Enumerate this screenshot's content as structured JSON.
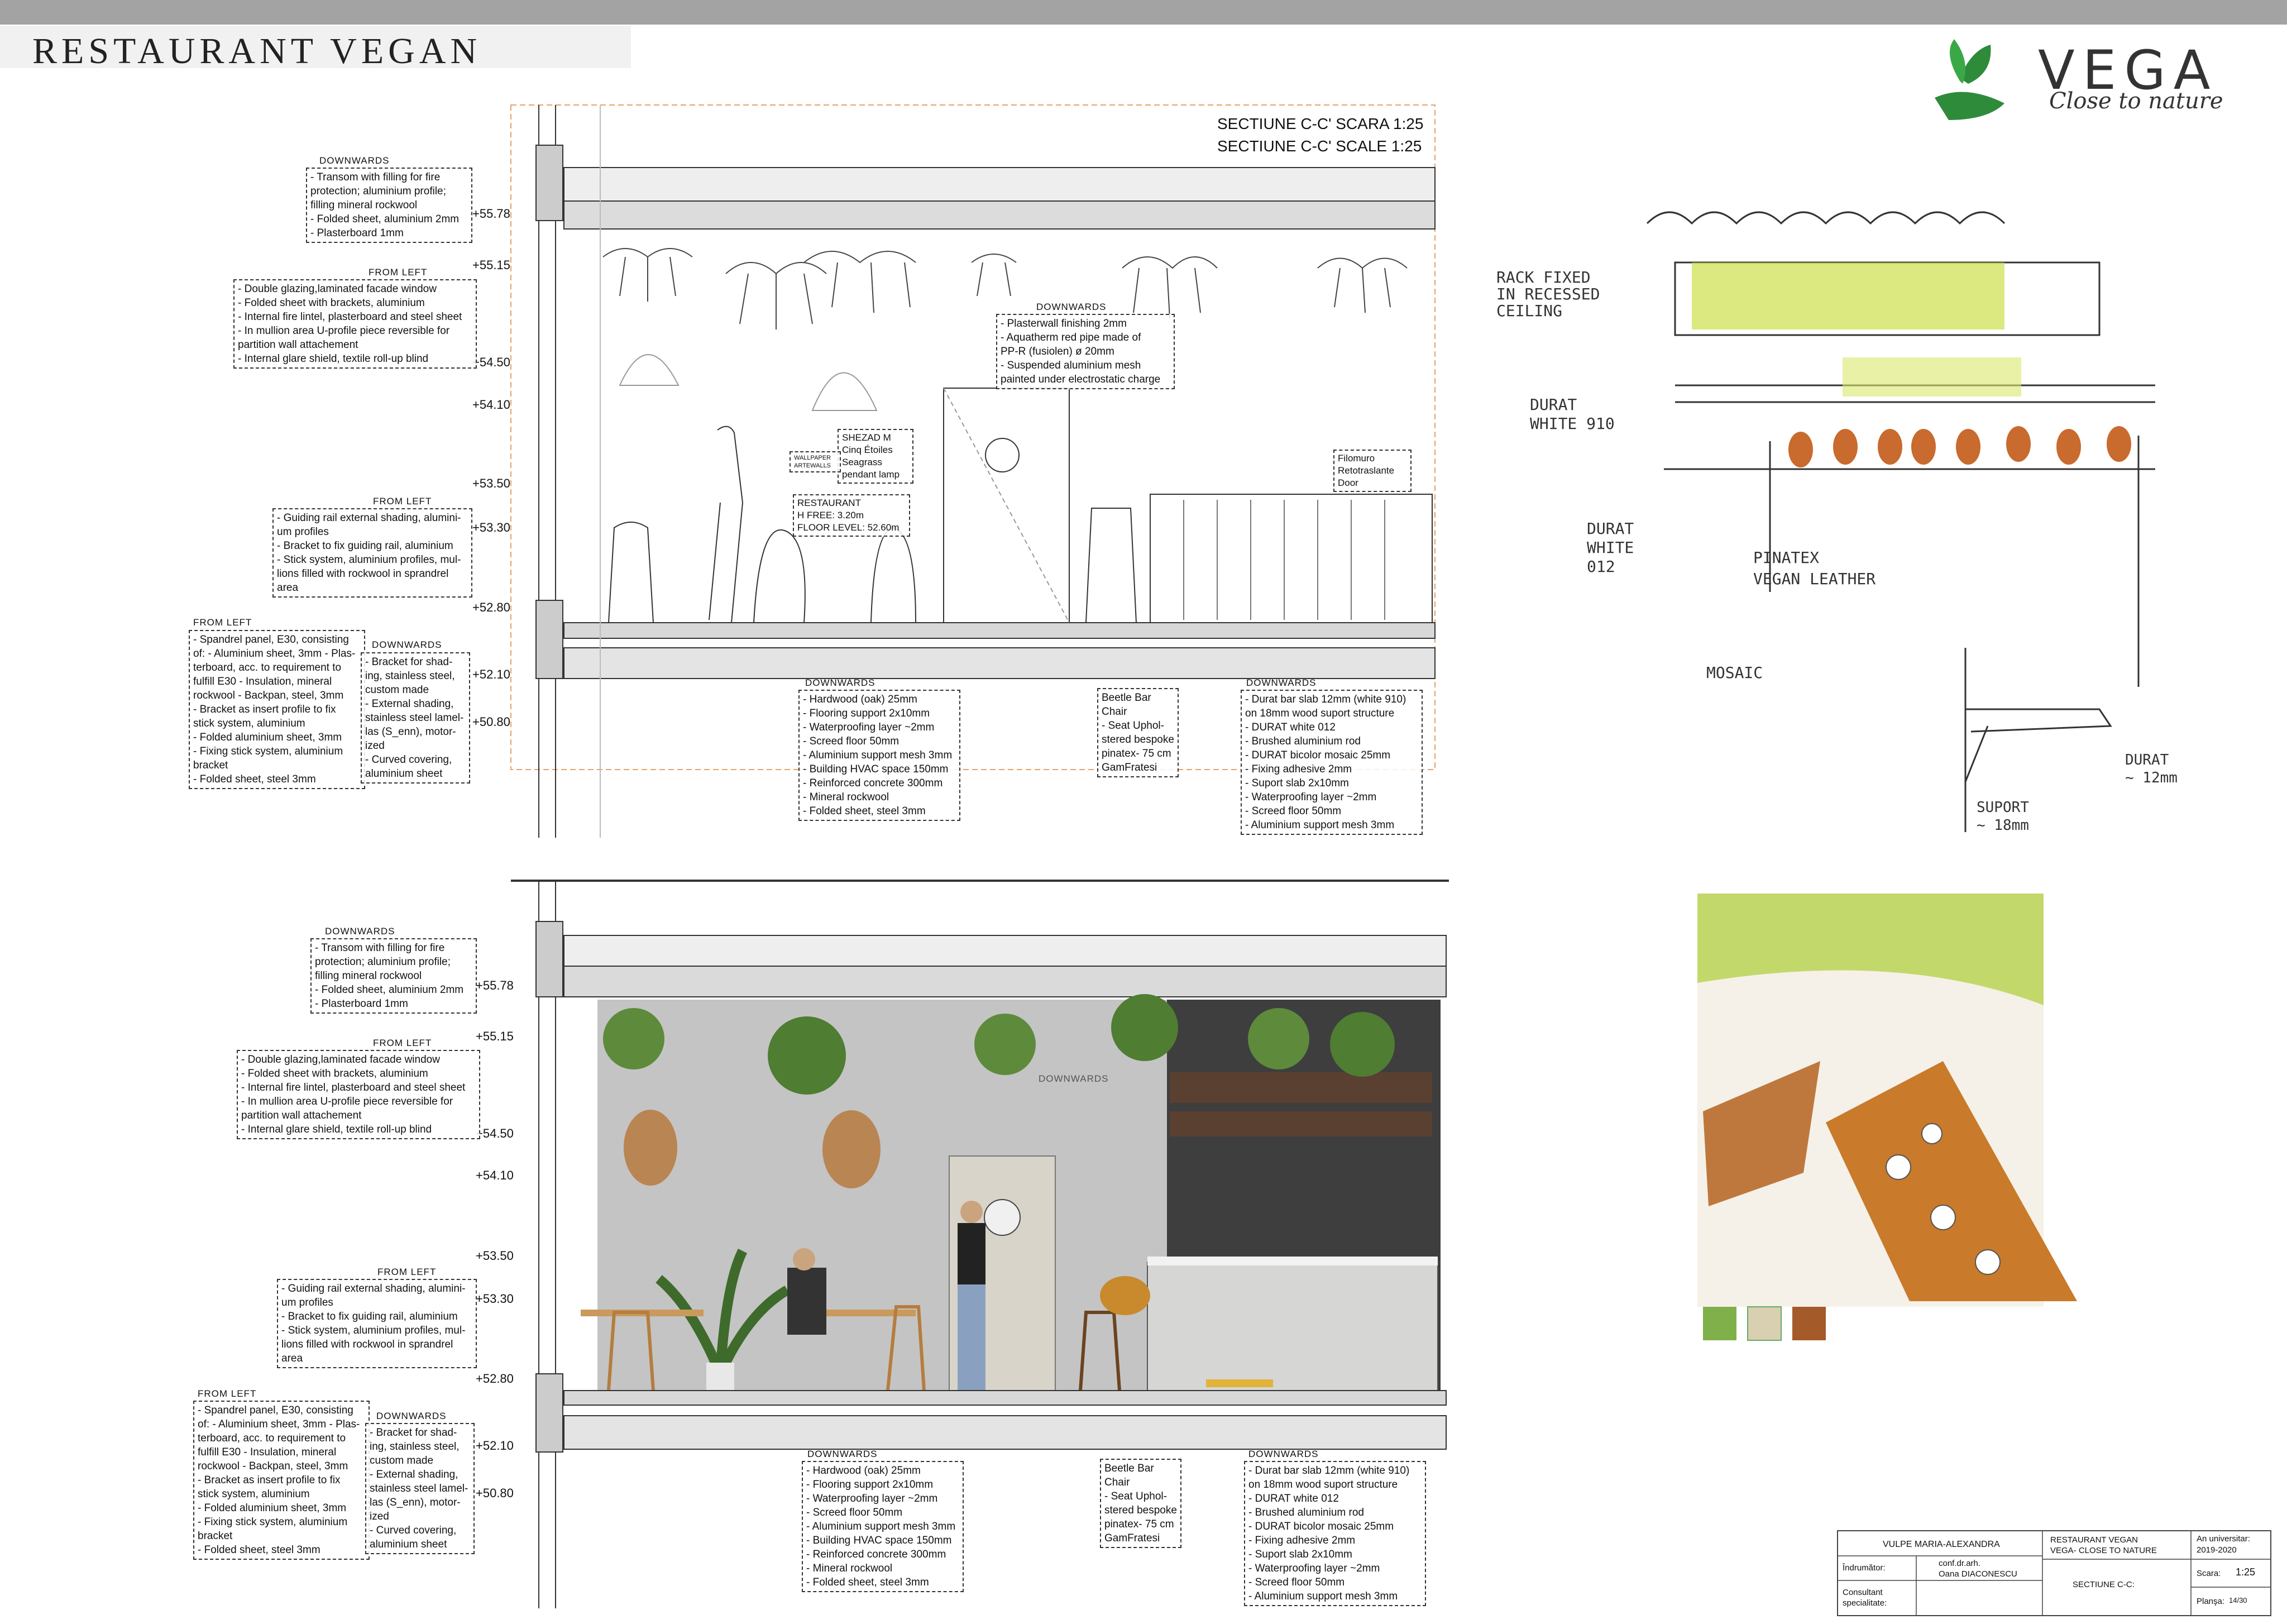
{
  "header": {
    "title": "RESTAURANT  VEGAN"
  },
  "logo": {
    "brand": "VEGA",
    "tagline": "Close to nature",
    "accent": "#2e8b3a"
  },
  "section_top": {
    "scale_lines": [
      "SECTIUNE C-C' SCARA 1:25",
      "SECTIUNE C-C' SCALE 1:25"
    ]
  },
  "elevations": [
    "+55.78",
    "+55.15",
    "+54.50",
    "+54.10",
    "+53.50",
    "+53.30",
    "+52.80",
    "+52.10",
    "+50.80"
  ],
  "notes": {
    "transom": {
      "caption": "DOWNWARDS",
      "text": "- Transom with filling for fire\nprotection; aluminium profile;\nfilling mineral rockwool\n- Folded sheet, aluminium 2mm\n- Plasterboard 1mm"
    },
    "glazing": {
      "caption": "FROM LEFT",
      "text": "- Double glazing,laminated facade window\n- Folded sheet with brackets, aluminium\n- Internal fire lintel, plasterboard and steel sheet\n- In mullion area U-profile piece reversible for\npartition wall attachement\n- Internal glare shield, textile roll-up blind"
    },
    "guiding": {
      "caption": "FROM LEFT",
      "text": "- Guiding rail external shading, alumini-\num profiles\n- Bracket to fix guiding rail, aluminium\n- Stick system, aluminium profiles, mul-\nlions filled with rockwool in sprandrel\narea"
    },
    "spandrel": {
      "caption": "FROM LEFT",
      "text": "- Spandrel panel, E30, consisting\nof: - Aluminium sheet, 3mm - Plas-\nterboard, acc. to requirement to\nfulfill E30 - Insulation, mineral\nrockwool - Backpan, steel, 3mm\n- Bracket as insert profile to fix\nstick system, aluminium\n- Folded aluminium sheet, 3mm\n- Fixing stick system, aluminium\nbracket\n- Folded sheet, steel 3mm"
    },
    "bracket": {
      "caption": "DOWNWARDS",
      "text": "- Bracket for shad-\ning, stainless steel,\ncustom made\n- External shading,\nstainless steel lamel-\nlas (S_enn), motor-\nized\n- Curved covering,\naluminium sheet"
    },
    "floor": {
      "caption": "DOWNWARDS",
      "text": "- Hardwood (oak) 25mm\n- Flooring support 2x10mm\n- Waterproofing layer ~2mm\n- Screed floor 50mm\n- Aluminium support mesh 3mm\n- Building HVAC space 150mm\n- Reinforced concrete 300mm\n- Mineral rockwool\n- Folded sheet, steel 3mm"
    },
    "chair": {
      "caption": "",
      "text": "Beetle Bar Chair\n- Seat Uphol-\nstered bespoke\npinatex- 75 cm\nGamFratesi"
    },
    "bar": {
      "caption": "DOWNWARDS",
      "text": "- Durat bar slab 12mm (white 910)\non 18mm wood suport structure\n- DURAT white 012\n- Brushed aluminium rod\n- DURAT bicolor mosaic 25mm\n- Fixing adhesive 2mm\n- Suport slab 2x10mm\n- Waterproofing layer ~2mm\n- Screed floor 50mm\n- Aluminium support mesh 3mm"
    },
    "ceiling": {
      "caption": "DOWNWARDS",
      "text": "- Plasterwall finishing 2mm\n- Aquatherm red pipe made of\nPP-R (fusiolen) ø 20mm\n- Suspended aluminium mesh\npainted under electrostatic charge"
    },
    "lamp": {
      "text": "SHEZAD M\nCinq Étoiles\nSeagrass\npendant lamp"
    },
    "wallpaper": {
      "text": "WALLPAPER\nARTEWALLS"
    },
    "restaurant": {
      "text": "RESTAURANT\nH FREE: 3.20m\nFLOOR LEVEL: 52.60m"
    },
    "filomuro": {
      "text": "Filomuro\nRetotraslante\nDoor"
    }
  },
  "sketch": {
    "labels": [
      "RACK FIXED\nIN RECESSED\nCEILING",
      "DURAT\nWHITE 910",
      "DURAT\nWHITE\n012",
      "PINATEX\nVEGAN LEATHER",
      "MOSAIC",
      "DURAT\n~ 12mm",
      "SUPORT\n~ 18mm"
    ]
  },
  "title_block": {
    "student": "VULPE MARIA-ALEXANDRA",
    "project": "RESTAURANT VEGAN\nVEGA- CLOSE TO NATURE",
    "sheet": "SECTIUNE C-C:",
    "year_label": "An universitar:",
    "year": "2019-2020",
    "tutor_label": "Îndrumător:",
    "tutor": "conf.dr.arh.\nOana DIACONESCU",
    "consultant_label": "Consultant\nspecialitate:",
    "scale_label": "Scara:",
    "scale": "1:25",
    "plate_label": "Planşa:",
    "plate": "14/30"
  }
}
